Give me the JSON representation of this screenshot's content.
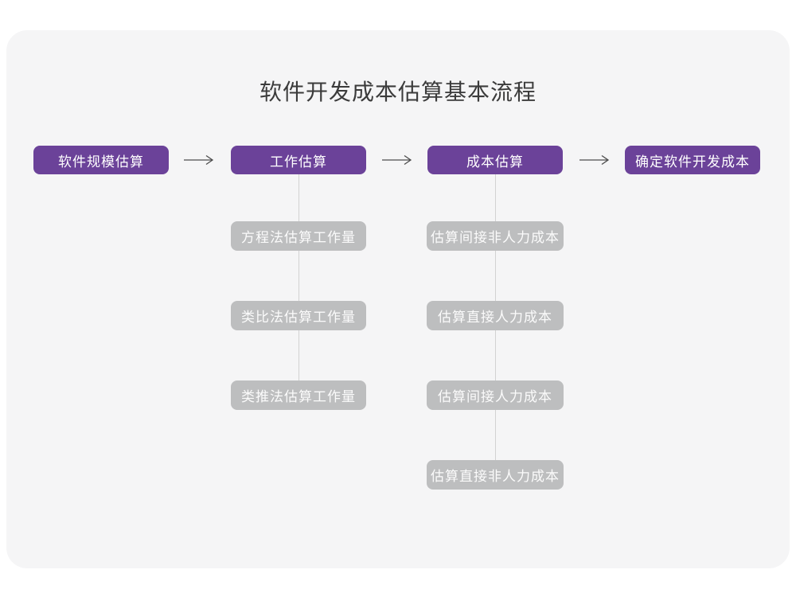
{
  "title": "软件开发成本估算基本流程",
  "flow": {
    "stages": [
      {
        "label": "软件规模估算",
        "children": []
      },
      {
        "label": "工作估算",
        "children": [
          "方程法估算工作量",
          "类比法估算工作量",
          "类推法估算工作量"
        ]
      },
      {
        "label": "成本估算",
        "children": [
          "估算间接非人力成本",
          "估算直接人力成本",
          "估算间接人力成本",
          "估算直接非人力成本"
        ]
      },
      {
        "label": "确定软件开发成本",
        "children": []
      }
    ]
  },
  "icons": {
    "arrow_right": "right-arrow-icon"
  },
  "colors": {
    "page_bg": "#ffffff",
    "card_bg": "#f5f5f6",
    "stage_bg": "#6b4299",
    "stage_text": "#ffffff",
    "substep_bg": "#bdbebf",
    "substep_text": "#fbfbfb",
    "connector_line": "#d2d2d2",
    "arrow_stroke": "#4d4d4d",
    "title_text": "#3b3b3b"
  }
}
